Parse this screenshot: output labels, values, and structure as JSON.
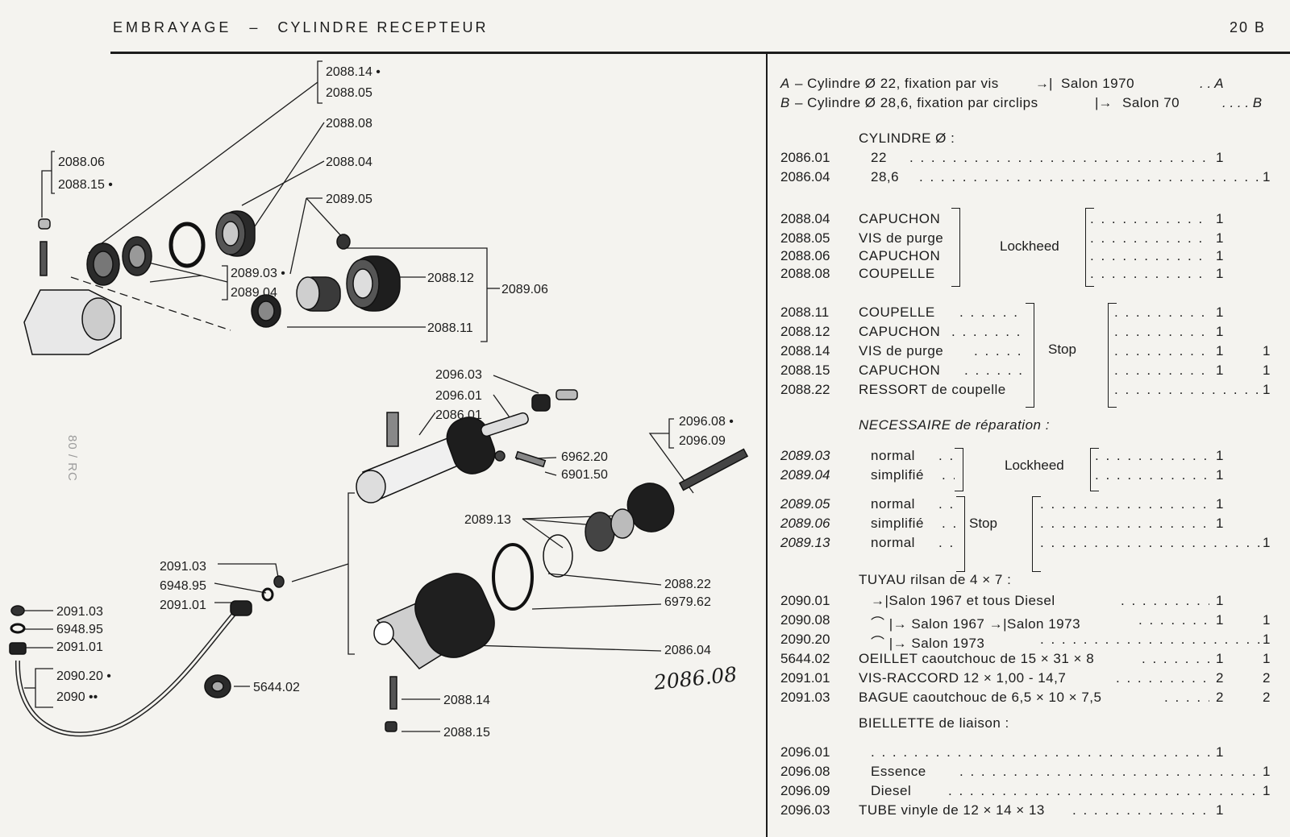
{
  "header": {
    "title_main": "EMBRAYAGE",
    "title_sep": "–",
    "title_sub": "CYLINDRE RECEPTEUR",
    "page": "20 B"
  },
  "variants": [
    {
      "key": "A",
      "text": "– Cylindre  Ø 22, fixation par vis",
      "arrow": "→|",
      "after": "Salon 1970",
      "col": ". . A"
    },
    {
      "key": "B",
      "text": "– Cylindre  Ø 28,6, fixation par circlips",
      "arrow": "|→",
      "after": "Salon 70",
      "col": ". . . . B"
    }
  ],
  "sections": {
    "cylindre": "CYLINDRE  Ø :",
    "necessaire": "NECESSAIRE de réparation :",
    "tuyau": "TUYAU rilsan de 4 × 7 :",
    "biellette": "BIELLETTE de liaison :"
  },
  "group_labels": {
    "lockheed": "Lockheed",
    "stop": "Stop",
    "lockheed2": "Lockheed",
    "stop2": "Stop"
  },
  "rows": [
    {
      "code": "2086.01",
      "desc": "22",
      "qa": "1",
      "qb": ""
    },
    {
      "code": "2086.04",
      "desc": "28,6",
      "qa": "",
      "qb": "1"
    },
    {
      "code": "2088.04",
      "desc": "CAPUCHON",
      "qa": "1",
      "qb": ""
    },
    {
      "code": "2088.05",
      "desc": "VIS de purge",
      "qa": "1",
      "qb": ""
    },
    {
      "code": "2088.06",
      "desc": "CAPUCHON",
      "qa": "1",
      "qb": ""
    },
    {
      "code": "2088.08",
      "desc": "COUPELLE",
      "qa": "1",
      "qb": ""
    },
    {
      "code": "2088.11",
      "desc": "COUPELLE",
      "qa": "1",
      "qb": ""
    },
    {
      "code": "2088.12",
      "desc": "CAPUCHON",
      "qa": "1",
      "qb": ""
    },
    {
      "code": "2088.14",
      "desc": "VIS de purge",
      "qa": "1",
      "qb": "1"
    },
    {
      "code": "2088.15",
      "desc": "CAPUCHON",
      "qa": "1",
      "qb": "1"
    },
    {
      "code": "2088.22",
      "desc": "RESSORT de coupelle",
      "qa": "",
      "qb": "1"
    },
    {
      "code": "2089.03",
      "desc": "normal",
      "qa": "1",
      "qb": ""
    },
    {
      "code": "2089.04",
      "desc": "simplifié",
      "qa": "1",
      "qb": ""
    },
    {
      "code": "2089.05",
      "desc": "normal",
      "qa": "1",
      "qb": ""
    },
    {
      "code": "2089.06",
      "desc": "simplifié",
      "qa": "1",
      "qb": ""
    },
    {
      "code": "2089.13",
      "desc": "normal",
      "qa": "",
      "qb": "1"
    },
    {
      "code": "2090.01",
      "desc": "→|Salon 1967 et tous Diesel",
      "qa": "1",
      "qb": ""
    },
    {
      "code": "2090.08",
      "desc": "⌒ |→ Salon 1967 →|Salon 1973",
      "qa": "1",
      "qb": "1"
    },
    {
      "code": "2090.20",
      "desc": "⌒ |→ Salon 1973",
      "qa": "",
      "qb": "1"
    },
    {
      "code": "5644.02",
      "desc": "OEILLET caoutchouc de 15 × 31 × 8",
      "qa": "1",
      "qb": "1"
    },
    {
      "code": "2091.01",
      "desc": "VIS-RACCORD 12 × 1,00 - 14,7",
      "qa": "2",
      "qb": "2"
    },
    {
      "code": "2091.03",
      "desc": "BAGUE caoutchouc de 6,5 × 10 × 7,5",
      "qa": "2",
      "qb": "2"
    },
    {
      "code": "2096.01",
      "desc": "",
      "qa": "1",
      "qb": ""
    },
    {
      "code": "2096.08",
      "desc": "Essence",
      "qa": "",
      "qb": "1"
    },
    {
      "code": "2096.09",
      "desc": "Diesel",
      "qa": "",
      "qb": "1"
    },
    {
      "code": "2096.03",
      "desc": "TUBE vinyle de 12 × 14 × 13",
      "qa": "1",
      "qb": ""
    }
  ],
  "diagram_labels": {
    "l_2088_14": "2088.14 •",
    "l_2088_05": "2088.05",
    "l_2088_08": "2088.08",
    "l_2088_06": "2088.06",
    "l_2088_15": "2088.15 •",
    "l_2088_04": "2088.04",
    "l_2089_05": "2089.05",
    "l_2089_03": "2089.03 •",
    "l_2089_04": "2089.04",
    "l_2088_12": "2088.12",
    "l_2089_06": "2089.06",
    "l_2088_11": "2088.11",
    "l_2096_03": "2096.03",
    "l_2096_01": "2096.01",
    "l_2086_01": "2086.01",
    "l_2096_08": "2096.08 •",
    "l_2096_09": "2096.09",
    "l_6962_20": "6962.20",
    "l_6901_50": "6901.50",
    "l_2089_13": "2089.13",
    "l_2091_03a": "2091.03",
    "l_6948_95a": "6948.95",
    "l_2091_01a": "2091.01",
    "l_2088_22": "2088.22",
    "l_6979_62": "6979.62",
    "l_2086_04": "2086.04",
    "l_2091_03b": "2091.03",
    "l_6948_95b": "6948.95",
    "l_2091_01b": "2091.01",
    "l_2090_20": "2090.20 •",
    "l_2090": "2090 ••",
    "l_5644_02": "5644.02",
    "l_2088_14b": "2088.14",
    "l_2088_15b": "2088.15",
    "handwritten": "2086.08",
    "sidenote": "80 / RC"
  }
}
